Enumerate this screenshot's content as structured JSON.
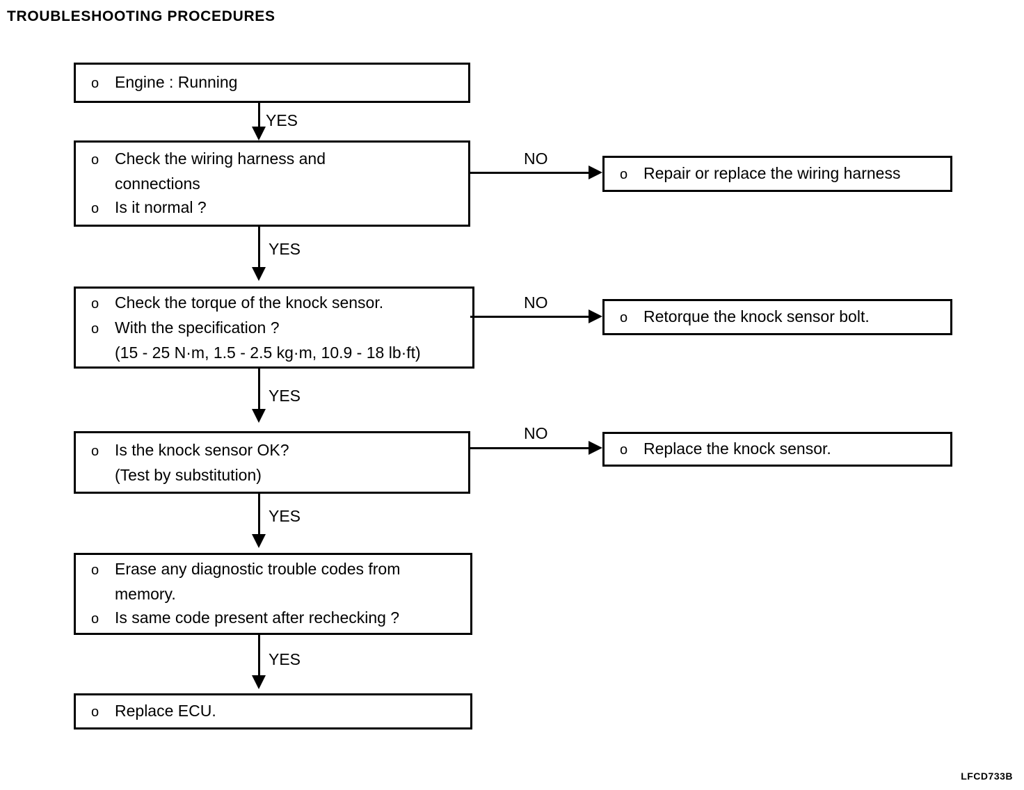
{
  "title": "TROUBLESHOOTING PROCEDURES",
  "figure_ref": "LFCD733B",
  "bullet": "o",
  "edge_labels": {
    "yes": "YES",
    "no": "NO"
  },
  "nodes": {
    "engine": {
      "lines": [
        {
          "bullet": true,
          "text": "Engine : Running"
        }
      ]
    },
    "wiring_check": {
      "lines": [
        {
          "bullet": true,
          "text": "Check the wiring harness and"
        },
        {
          "bullet": false,
          "text": "connections"
        },
        {
          "bullet": true,
          "text": "Is it normal ?"
        }
      ]
    },
    "wiring_repair": {
      "lines": [
        {
          "bullet": true,
          "text": "Repair or replace the wiring harness"
        }
      ]
    },
    "torque_check": {
      "lines": [
        {
          "bullet": true,
          "text": "Check the torque of the knock sensor."
        },
        {
          "bullet": true,
          "text": "With the specification ?"
        },
        {
          "bullet": false,
          "text": "(15 - 25 N·m, 1.5 - 2.5 kg·m, 10.9 - 18 lb·ft)"
        }
      ]
    },
    "retorque": {
      "lines": [
        {
          "bullet": true,
          "text": "Retorque the knock sensor bolt."
        }
      ]
    },
    "sensor_check": {
      "lines": [
        {
          "bullet": true,
          "text": "Is the knock sensor OK?"
        },
        {
          "bullet": false,
          "text": "(Test by substitution)"
        }
      ]
    },
    "replace_sensor": {
      "lines": [
        {
          "bullet": true,
          "text": "Replace the knock sensor."
        }
      ]
    },
    "erase_codes": {
      "lines": [
        {
          "bullet": true,
          "text": "Erase any diagnostic trouble codes from"
        },
        {
          "bullet": false,
          "text": "memory."
        },
        {
          "bullet": true,
          "text": "Is same code present after rechecking ?"
        }
      ]
    },
    "replace_ecu": {
      "lines": [
        {
          "bullet": true,
          "text": "Replace ECU."
        }
      ]
    }
  }
}
